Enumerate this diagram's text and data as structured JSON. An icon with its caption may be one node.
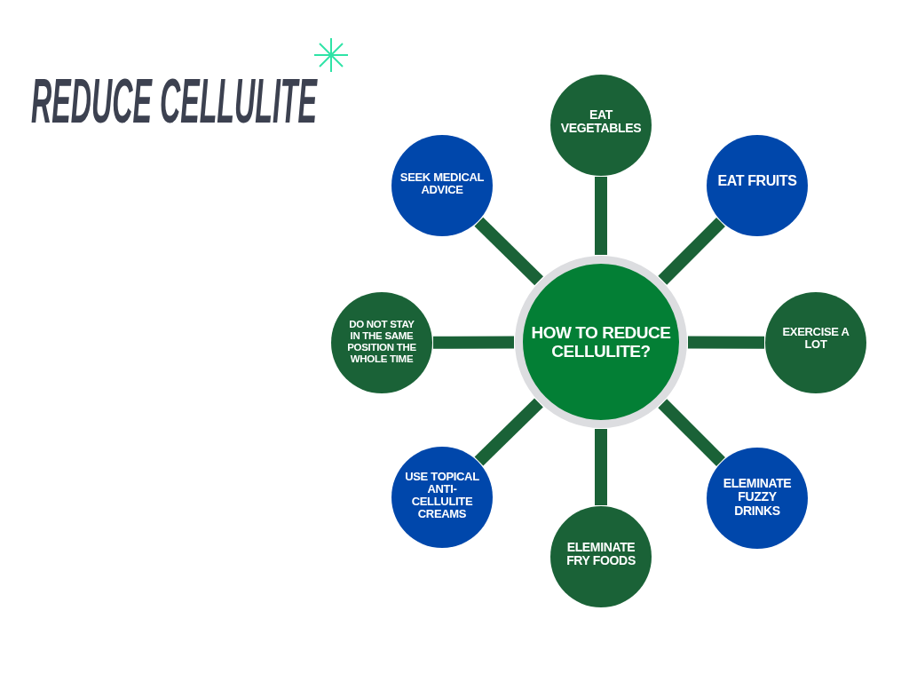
{
  "diagram": {
    "title": "REDUCE CELLULITE",
    "nodes": [
      {
        "text": [
          "HOW TO REDUCE CELLULITE?"
        ]
      },
      {
        "text": [
          "EAT VEGETABLES"
        ]
      },
      {
        "text": [
          "EAT FRUITS"
        ]
      },
      {
        "text": [
          "EXERCISE A LOT"
        ]
      },
      {
        "text": [
          "ELEMINATE FUZZY DRINKS"
        ]
      },
      {
        "text": [
          "ELEMINATE FRY FOODS"
        ]
      },
      {
        "text": [
          "USE TOPICAL ANTI-CELLULITE CREAMS"
        ]
      },
      {
        "text": [
          "DO NOT STAY IN THE SAME POSITION THE WHOLE TIME"
        ]
      },
      {
        "text": [
          "SEEK MEDICAL ADVICE"
        ]
      }
    ],
    "edges": [
      {
        "from": 0,
        "to": 1,
        "arrow": "none"
      },
      {
        "from": 0,
        "to": 2,
        "arrow": "none"
      },
      {
        "from": 0,
        "to": 3,
        "arrow": "none"
      },
      {
        "from": 0,
        "to": 4,
        "arrow": "none"
      },
      {
        "from": 0,
        "to": 5,
        "arrow": "none"
      },
      {
        "from": 0,
        "to": 6,
        "arrow": "none"
      },
      {
        "from": 0,
        "to": 7,
        "arrow": "none"
      },
      {
        "from": 0,
        "to": 8,
        "arrow": "none"
      }
    ]
  }
}
